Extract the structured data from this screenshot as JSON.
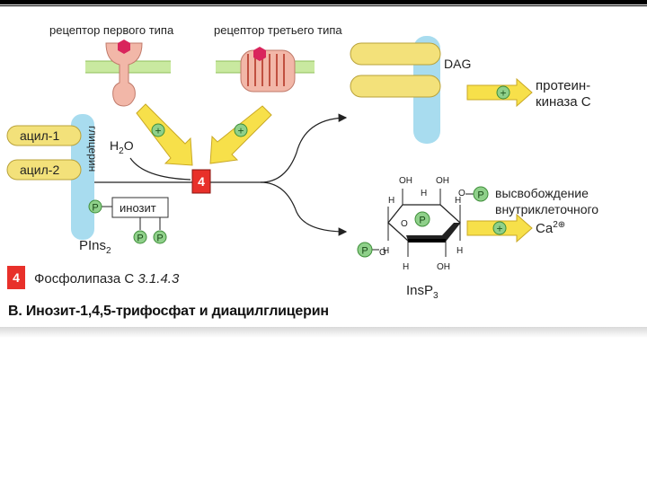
{
  "receptors": {
    "type1_label": "рецептор первого типа",
    "type3_label": "рецептор третьего типа"
  },
  "lipid": {
    "acyl1": "ацил-1",
    "acyl2": "ацил-2",
    "glycerol": "глицерин",
    "inositol": "инозит",
    "phosphate": "P",
    "pinsp2_main": "PIns",
    "pinsp2_sub": "2"
  },
  "reaction": {
    "water_main": "H",
    "water_sub": "2",
    "water_end": "O",
    "enzyme_number": "4",
    "plus": "+"
  },
  "dag": {
    "label": "DAG",
    "target_line1": "протеин-",
    "target_line2": "киназа С"
  },
  "ip3": {
    "label_main": "InsP",
    "label_sub": "3",
    "ring_labels": [
      "OH",
      "H",
      "H",
      "OH",
      "H",
      "O",
      "H",
      "H",
      "H",
      "OH",
      "O",
      "O"
    ],
    "release_line1": "высвобождение",
    "release_line2": "внутриклеточного",
    "calcium": "Ca",
    "calcium_sup": "2⊕"
  },
  "legend": {
    "number": "4",
    "enzyme": "Фосфолипаза С",
    "ec": "3.1.4.3"
  },
  "caption": "В. Инозит-1,4,5-трифосфат и диацилглицерин",
  "colors": {
    "membrane": "#c9e9a0",
    "glycerol": "#a8dcef",
    "acyl": "#f3e17a",
    "receptor1": "#f2b7a8",
    "receptor3": "#f2b7a8",
    "ligand": "#d9245c",
    "arrow_yellow": "#f7e04a",
    "enzyme_red": "#e8302a",
    "plus_green": "#8fd08a"
  }
}
